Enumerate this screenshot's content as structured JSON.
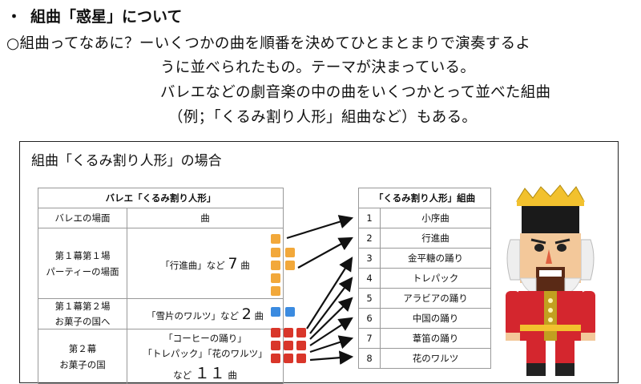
{
  "heading": {
    "bullet": "・",
    "title": "組曲「惑星」について"
  },
  "intro": {
    "line1": "○組曲ってなあに？ーいくつかの曲を順番を決めてひとまとまりで演奏するよ",
    "line2": "うに並べられたもの。テーマが決まっている。",
    "line3": "バレエなどの劇音楽の中の曲をいくつかとって並べた組曲",
    "line4": "（例；「くるみ割り人形」組曲など）もある。"
  },
  "panel": {
    "title": "組曲「くるみ割り人形」の場合"
  },
  "ballet_table": {
    "title": "バレエ「くるみ割り人形」",
    "col_scene": "バレエの場面",
    "col_piece": "曲",
    "rows": [
      {
        "scene_l1": "第１幕第１場",
        "scene_l2": "パーティーの場面",
        "piece_a": "「行進曲」など",
        "piece_b": "7",
        "piece_c": "曲"
      },
      {
        "scene_l1": "第１幕第２場",
        "scene_l2": "お菓子の国へ",
        "piece_a": "「雪片のワルツ」など",
        "piece_b": "2",
        "piece_c": "曲"
      },
      {
        "scene_l1": "第２幕",
        "scene_l2": "お菓子の国",
        "piece_l1": "「コーヒーの踊り」",
        "piece_l2": "「トレパック」「花のワルツ」",
        "piece_l3a": "など",
        "piece_l3b": "１１",
        "piece_l3c": "曲"
      }
    ]
  },
  "suite_table": {
    "title": "「くるみ割り人形」組曲",
    "rows": [
      {
        "num": "1",
        "name": "小序曲"
      },
      {
        "num": "2",
        "name": "行進曲"
      },
      {
        "num": "3",
        "name": "金平糖の踊り"
      },
      {
        "num": "4",
        "name": "トレパック"
      },
      {
        "num": "5",
        "name": "アラビアの踊り"
      },
      {
        "num": "6",
        "name": "中国の踊り"
      },
      {
        "num": "7",
        "name": "葦笛の踊り"
      },
      {
        "num": "8",
        "name": "花のワルツ"
      }
    ]
  },
  "colors": {
    "act1_scene1": "#f2a83a",
    "act1_scene2": "#3b8be0",
    "act2": "#d9362a"
  }
}
